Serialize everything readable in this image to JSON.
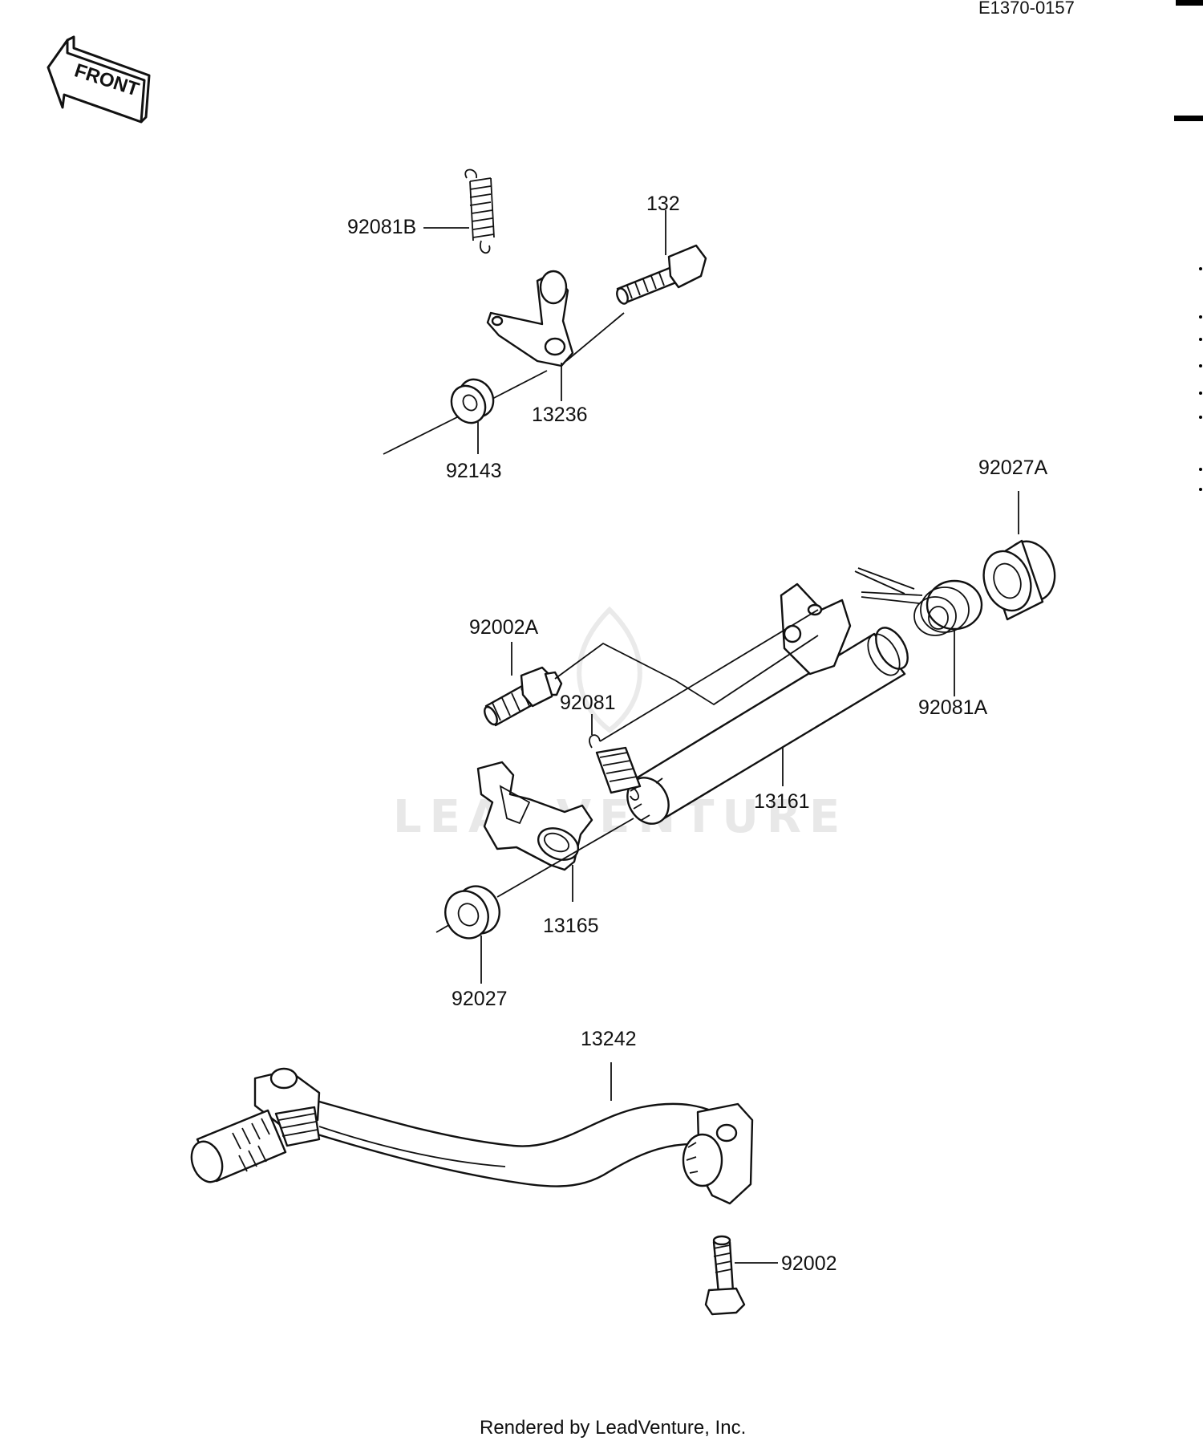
{
  "diagram": {
    "code": "E1370-0157",
    "front_label": "FRONT",
    "watermark": "LEADVENTURE",
    "footer": "Rendered by LeadVenture, Inc.",
    "parts": [
      {
        "id": "92081B",
        "label": "92081B"
      },
      {
        "id": "132",
        "label": "132"
      },
      {
        "id": "13236",
        "label": "13236"
      },
      {
        "id": "92143",
        "label": "92143"
      },
      {
        "id": "92027A",
        "label": "92027A"
      },
      {
        "id": "92002A",
        "label": "92002A"
      },
      {
        "id": "92081",
        "label": "92081"
      },
      {
        "id": "92081A",
        "label": "92081A"
      },
      {
        "id": "13161",
        "label": "13161"
      },
      {
        "id": "13165",
        "label": "13165"
      },
      {
        "id": "92027",
        "label": "92027"
      },
      {
        "id": "13242",
        "label": "13242"
      },
      {
        "id": "92002",
        "label": "92002"
      }
    ]
  }
}
